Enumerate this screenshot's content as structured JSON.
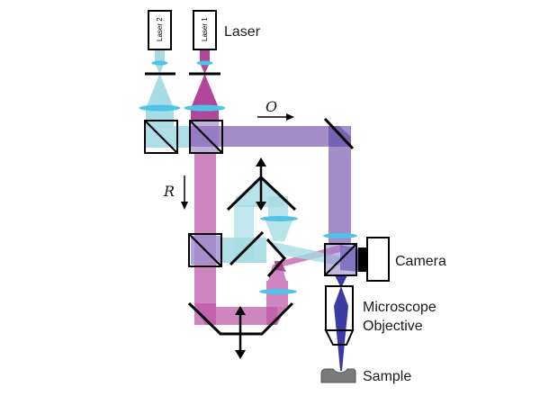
{
  "figure": {
    "type": "optical setup schematic",
    "labels": {
      "laser": "Laser",
      "laser1": "Laser 1",
      "laser2": "Laser 2",
      "object_beam": "O",
      "reference_beam": "R",
      "camera": "Camera",
      "objective_line1": "Microscope",
      "objective_line2": "Objective",
      "sample": "Sample"
    },
    "colors": {
      "laser1_beam": "#b0479b",
      "laser2_beam": "#a6dce3",
      "object_beam": "#9a80c2",
      "reference_beam": "#cf86c0",
      "focused_beam": "#3b3aa3",
      "lens": "#4fc3e8",
      "sample": "#7a7a7a",
      "outline": "#000000"
    },
    "components": [
      "laser-1",
      "laser-2",
      "spatial-filter-lenses",
      "pinholes",
      "collimating-lenses",
      "beam-splitter-1",
      "beam-splitter-2",
      "beam-splitter-3",
      "camera-beam-splitter",
      "fold-mirror",
      "roof-mirror-delay-line",
      "trapezoid-mirror-delay-line",
      "v-mirror",
      "flat-mirror",
      "camera",
      "microscope-objective",
      "sample"
    ]
  }
}
